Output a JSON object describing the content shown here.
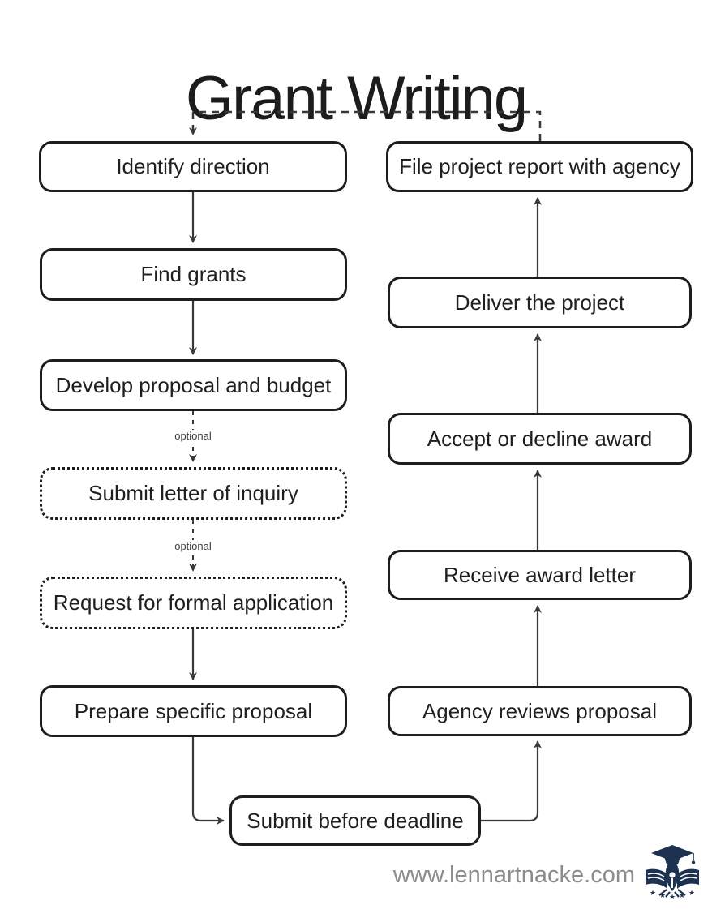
{
  "title": "Grant Writing",
  "flowchart": {
    "nodes": [
      {
        "id": "identify-direction",
        "label": "Identify direction",
        "style": "solid"
      },
      {
        "id": "find-grants",
        "label": "Find grants",
        "style": "solid"
      },
      {
        "id": "develop-proposal-and-budget",
        "label": "Develop proposal and budget",
        "style": "solid"
      },
      {
        "id": "submit-letter-of-inquiry",
        "label": "Submit letter of inquiry",
        "style": "dotted"
      },
      {
        "id": "request-for-formal-application",
        "label": "Request for formal application",
        "style": "dotted"
      },
      {
        "id": "prepare-specific-proposal",
        "label": "Prepare specific proposal",
        "style": "solid"
      },
      {
        "id": "submit-before-deadline",
        "label": "Submit before deadline",
        "style": "solid"
      },
      {
        "id": "agency-reviews-proposal",
        "label": "Agency reviews proposal",
        "style": "solid"
      },
      {
        "id": "receive-award-letter",
        "label": "Receive award letter",
        "style": "solid"
      },
      {
        "id": "accept-or-decline-award",
        "label": "Accept or decline award",
        "style": "solid"
      },
      {
        "id": "deliver-the-project",
        "label": "Deliver the project",
        "style": "solid"
      },
      {
        "id": "file-project-report-with-agency",
        "label": "File project report with agency",
        "style": "solid"
      }
    ],
    "edge_labels": [
      "optional",
      "optional"
    ]
  },
  "footer": {
    "website": "www.lennartnacke.com",
    "logo_name": "lennartnacke-logo"
  },
  "colors": {
    "background": "#ffffff",
    "box-border": "#1d1d1d",
    "box-text": "#1f1f1f",
    "title": "#1c1c1c",
    "line": "#383838",
    "optional-text": "#3c3c3c",
    "watermark": "#8c8c8c",
    "logo-navy": "#1d3150"
  }
}
